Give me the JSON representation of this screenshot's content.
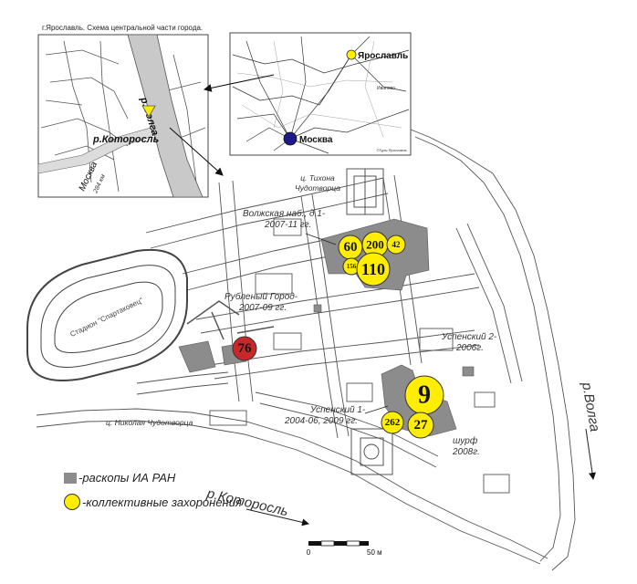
{
  "inset_local": {
    "caption": "г.Ярославль. Схема центральной части города.",
    "river_volga": "р.Волга",
    "river_kotorosl": "р.Которосль",
    "road_label": "Москва",
    "road_km": "284 км"
  },
  "inset_region": {
    "city_yaroslavl": "Ярославль",
    "city_moscow": "Москва",
    "town_ivanovo": "Иваново",
    "credit": "©Гуры Ярославль"
  },
  "labels": {
    "church_tikhon_line1": "ц. Тихона",
    "church_tikhon_line2": "Чудотворца",
    "volzhskaya_line1": "Волжская наб., д.1-",
    "volzhskaya_line2": "2007-11 гг.",
    "rubleny_line1": "Рубленый Город-",
    "rubleny_line2": "2007-09 гг.",
    "stadium": "Стадион \"Спартаковец\"",
    "uspensky2_line1": "Успенский 2-",
    "uspensky2_line2": "2006г.",
    "uspensky1_line1": "Успенский 1-",
    "uspensky1_line2": "2004-06, 2009 гг.",
    "shurf_line1": "шурф",
    "shurf_line2": "2008г.",
    "church_nikolay": "ц. Николая Чудотворца",
    "river_volga": "р.Волга",
    "river_kotorosl": "р.Которосль"
  },
  "burials": [
    {
      "id": "60",
      "label": "60",
      "color": "#ffee00"
    },
    {
      "id": "200",
      "label": "200",
      "color": "#ffee00"
    },
    {
      "id": "42",
      "label": "42",
      "color": "#ffee00"
    },
    {
      "id": "156",
      "label": "156",
      "color": "#ffee00"
    },
    {
      "id": "110",
      "label": "110",
      "color": "#ffee00"
    },
    {
      "id": "76",
      "label": "76",
      "color": "#c8282a"
    },
    {
      "id": "9",
      "label": "9",
      "color": "#ffee00"
    },
    {
      "id": "262",
      "label": "262",
      "color": "#ffee00"
    },
    {
      "id": "27",
      "label": "27",
      "color": "#ffee00"
    }
  ],
  "legend": {
    "excavations": "-раскопы ИА РАН",
    "burials": "-коллективные захоронения"
  },
  "scale": {
    "zero": "0",
    "fifty": "50 м"
  },
  "colors": {
    "burial_yellow": "#ffee00",
    "burial_red": "#c8282a",
    "excavation_gray": "#8c8c8c",
    "moscow_marker": "#1a1a8a",
    "yaroslavl_marker": "#ffee00"
  }
}
